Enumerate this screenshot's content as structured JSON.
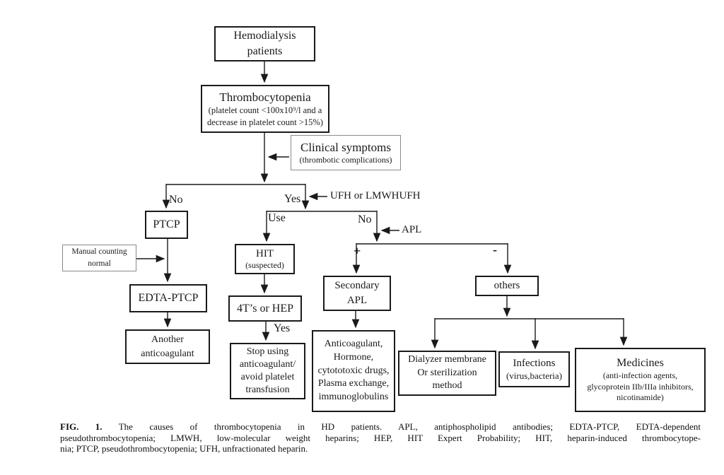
{
  "figure": {
    "nodes": {
      "hemodialysis": {
        "text": "Hemodialysis\npatients"
      },
      "thrombocytopenia": {
        "title": "Thrombocytopenia",
        "sub": "(platelet count <100x10⁹/l and a\ndecrease in platelet count >15%)"
      },
      "clinical": {
        "title": "Clinical symptoms",
        "sub": "(thrombotic complications)"
      },
      "ptcp": {
        "text": "PTCP"
      },
      "manual": {
        "text": "Manual counting\nnormal"
      },
      "edta": {
        "text": "EDTA-PTCP"
      },
      "another": {
        "text": "Another\nanticoagulant"
      },
      "hit": {
        "title": "HIT",
        "sub": "(suspected)"
      },
      "fourt": {
        "text": "4T’s or HEP"
      },
      "stop": {
        "text": "Stop using\nanticoagulant/\navoid platelet\ntransfusion"
      },
      "secondary": {
        "text": "Secondary\nAPL"
      },
      "treatment": {
        "text": "Anticoagulant,\nHormone,\ncytototoxic drugs,\nPlasma exchange,\nimmunoglobulins"
      },
      "others": {
        "text": "others"
      },
      "dialyzer": {
        "text": "Dialyzer membrane\nOr sterilization\nmethod"
      },
      "infections": {
        "title": "Infections",
        "sub": "(virus,bacteria)"
      },
      "medicines": {
        "title": "Medicines",
        "sub": "(anti-infection agents,\nglycoprotein IIb/IIIa inhibitors,\nnicotinamide)"
      }
    },
    "edge_labels": {
      "no_left": "No",
      "yes_main": "Yes",
      "ufh": "UFH or LMWHUFH",
      "use": "Use",
      "no_right": "No",
      "apl": "APL",
      "plus": "+",
      "minus": "-",
      "yes_4t": "Yes"
    },
    "caption": {
      "label": "FIG. 1.",
      "line1_rest": "The causes of thrombocytopenia in HD patients. APL, antiphospholipid antibodies; EDTA-PTCP, EDTA-dependent",
      "line2": "pseudothrombocytopenia; LMWH, low-molecular weight heparins; HEP, HIT Expert Probability; HIT, heparin-induced thrombocytope-",
      "line3": "nia; PTCP, pseudothrombocytopenia; UFH, unfractionated heparin."
    },
    "colors": {
      "line": "#1a1a1a",
      "background": "#ffffff"
    }
  }
}
